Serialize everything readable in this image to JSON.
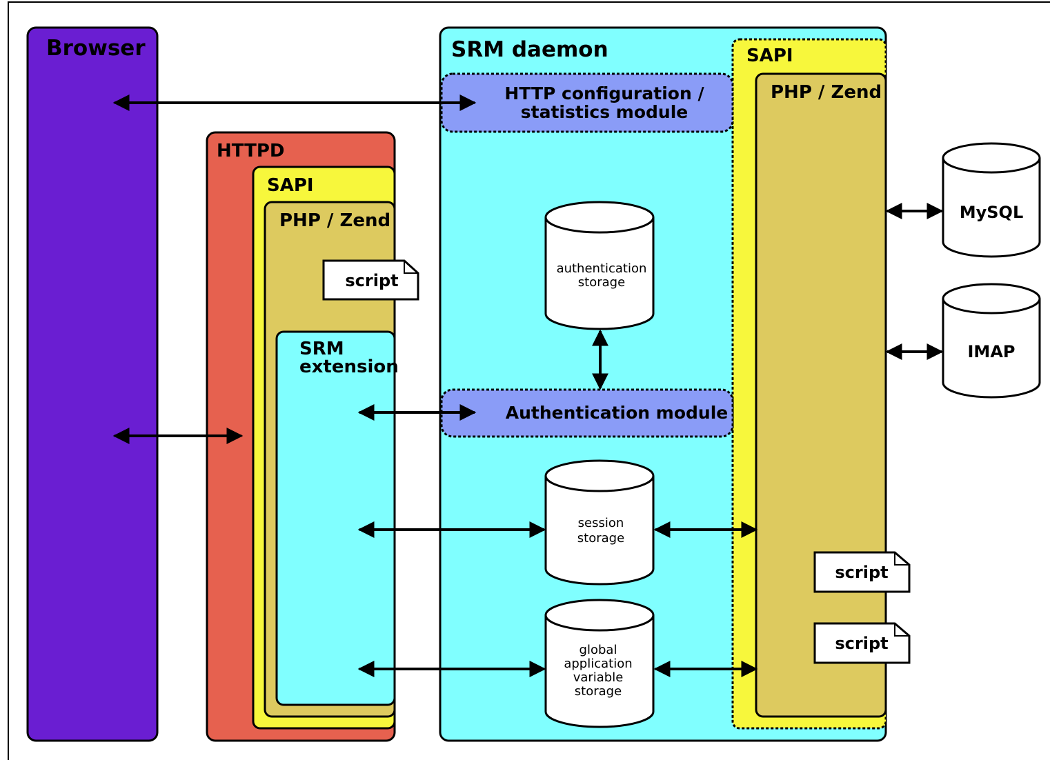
{
  "labels": {
    "browser": "Browser",
    "httpd": "HTTPD",
    "httpd_sapi": "SAPI",
    "httpd_php": "PHP / Zend",
    "httpd_script": "script",
    "srm_extension_line1": "SRM",
    "srm_extension_line2": "extension",
    "srm_daemon": "SRM daemon",
    "http_module_line1": "HTTP configuration /",
    "http_module_line2": "statistics module",
    "auth_storage_line1": "authentication",
    "auth_storage_line2": "storage",
    "auth_module": "Authentication module",
    "session_storage_line1": "session",
    "session_storage_line2": "storage",
    "global_storage_line1": "global",
    "global_storage_line2": "application",
    "global_storage_line3": "variable",
    "global_storage_line4": "storage",
    "daemon_sapi": "SAPI",
    "daemon_php": "PHP / Zend",
    "daemon_script_1": "script",
    "daemon_script_2": "script",
    "mysql": "MySQL",
    "imap": "IMAP"
  },
  "colors": {
    "browser": "#6a1ed2",
    "httpd": "#e6614f",
    "sapi": "#f7f73c",
    "php": "#ddca5f",
    "srm": "#80ffff",
    "module": "#8a9cf7",
    "white": "#ffffff",
    "stroke": "#000000"
  }
}
